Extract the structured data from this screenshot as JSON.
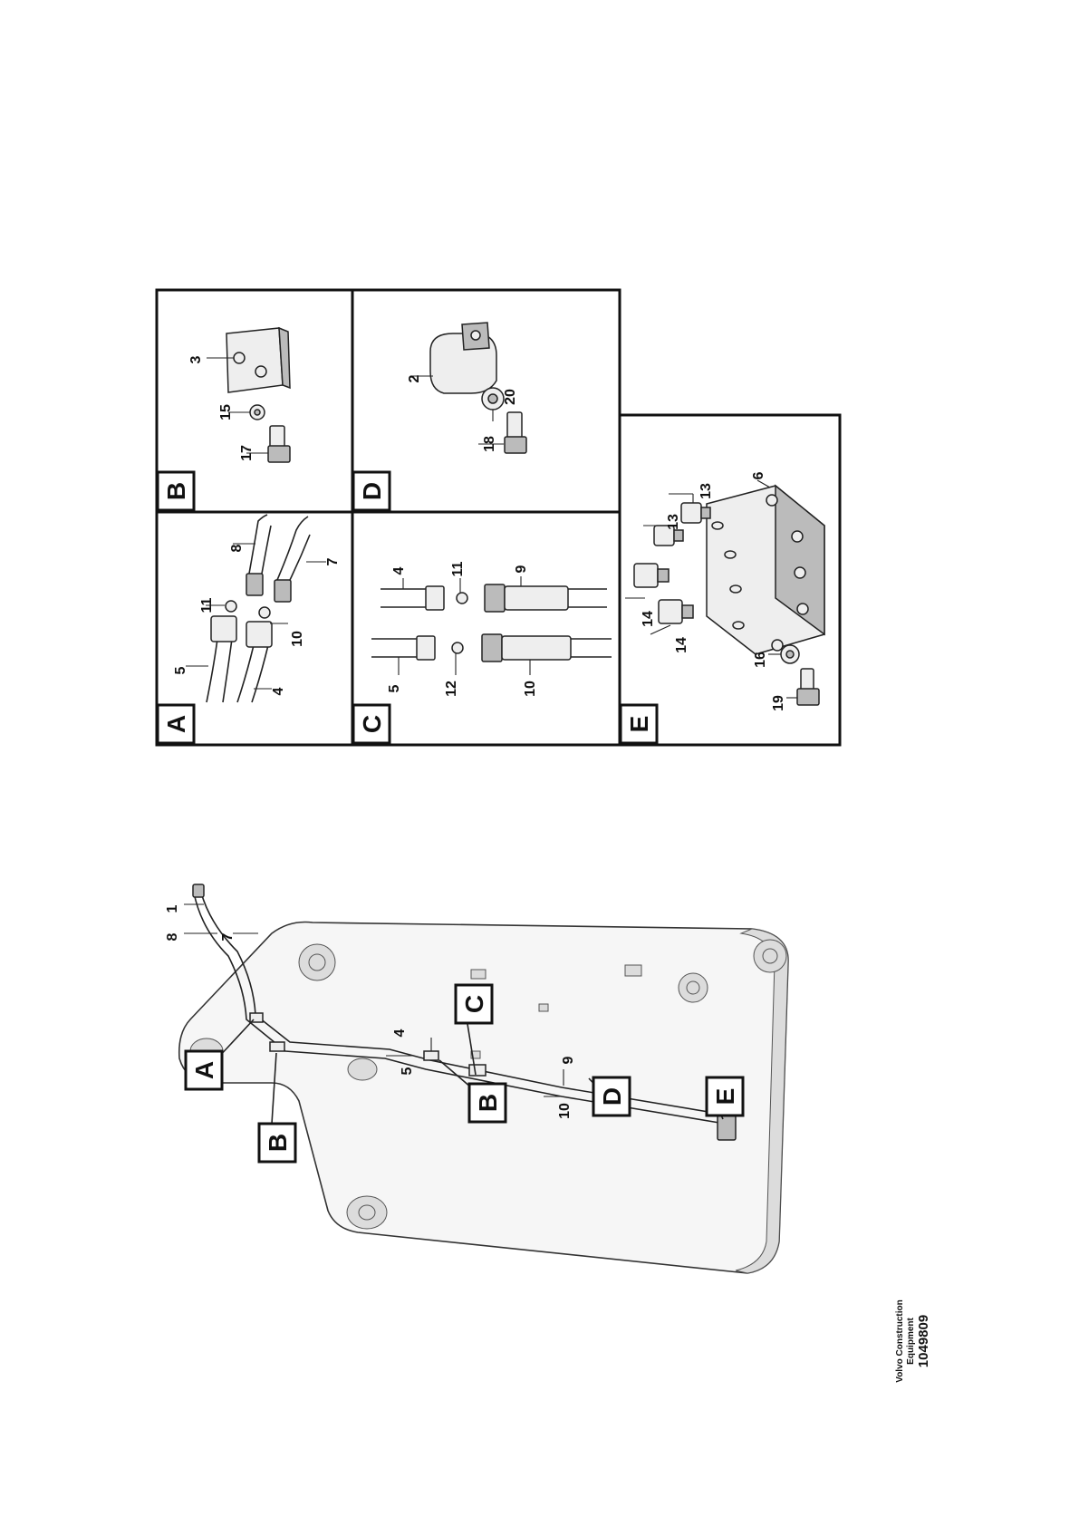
{
  "panels": {
    "A": {
      "letter": "A",
      "callouts": [
        "5",
        "11",
        "8",
        "7",
        "4",
        "10"
      ]
    },
    "B": {
      "letter": "B",
      "callouts": [
        "3",
        "15",
        "17"
      ]
    },
    "C": {
      "letter": "C",
      "callouts": [
        "4",
        "11",
        "9",
        "5",
        "12",
        "10"
      ]
    },
    "D": {
      "letter": "D",
      "callouts": [
        "2",
        "20",
        "18"
      ]
    },
    "E": {
      "letter": "E",
      "callouts": [
        "13",
        "13",
        "6",
        "14",
        "14",
        "16",
        "19"
      ]
    }
  },
  "overview": {
    "letters": [
      "A",
      "B",
      "C",
      "B",
      "D",
      "E"
    ],
    "callouts": [
      "1",
      "8",
      "7",
      "4",
      "9",
      "5",
      "10"
    ]
  },
  "credit": {
    "company_line1": "Volvo Construction",
    "company_line2": "Equipment",
    "drawing_number": "1049809"
  }
}
